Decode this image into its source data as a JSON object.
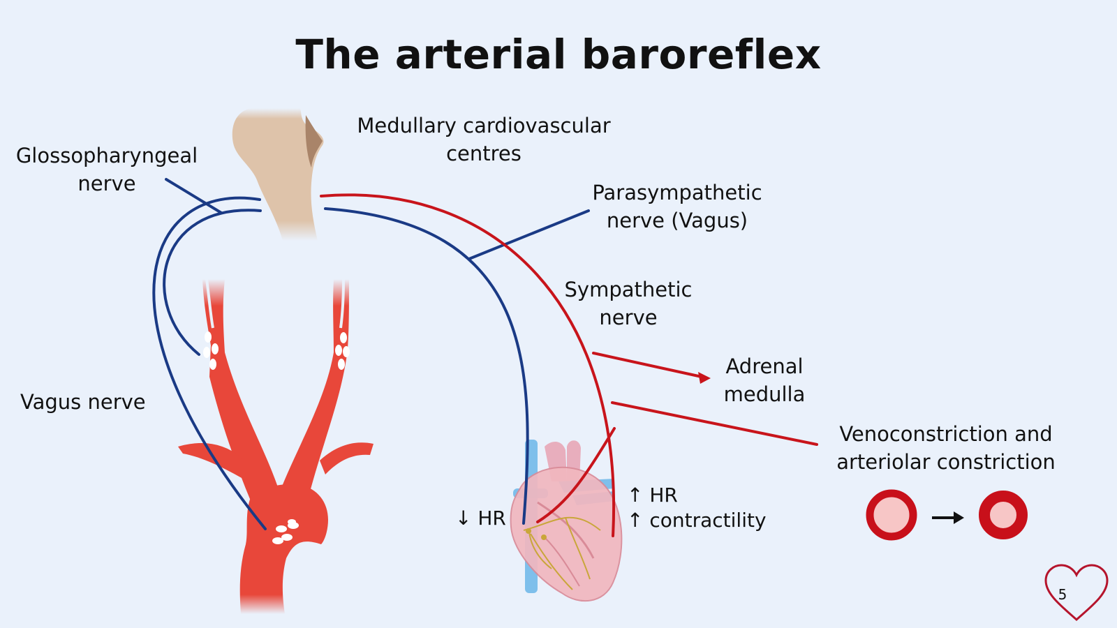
{
  "title": "The arterial baroreflex",
  "labels": {
    "medullary_line1": "Medullary cardiovascular",
    "medullary_line2": "centres",
    "glosso_line1": "Glossopharyngeal",
    "glosso_line2": "nerve",
    "parasym_line1": "Parasympathetic",
    "parasym_line2": "nerve (Vagus)",
    "sympathetic_line1": "Sympathetic",
    "sympathetic_line2": "nerve",
    "adrenal_line1": "Adrenal",
    "adrenal_line2": "medulla",
    "veno_line1": "Venoconstriction and",
    "veno_line2": "arteriolar constriction",
    "vagus": "Vagus nerve",
    "hr_down": "↓ HR",
    "hr_up": "↑ HR",
    "contractility_up": "↑ contractility"
  },
  "page_number": "5",
  "colors": {
    "background": "#eaf1fb",
    "afferent_nerve": "#1a3a85",
    "efferent_nerve": "#c8141b",
    "artery": "#e8473a",
    "brainstem": "#dec3aa",
    "vessel_ring": "#c8101a",
    "vessel_lumen": "#f7c6c6"
  }
}
